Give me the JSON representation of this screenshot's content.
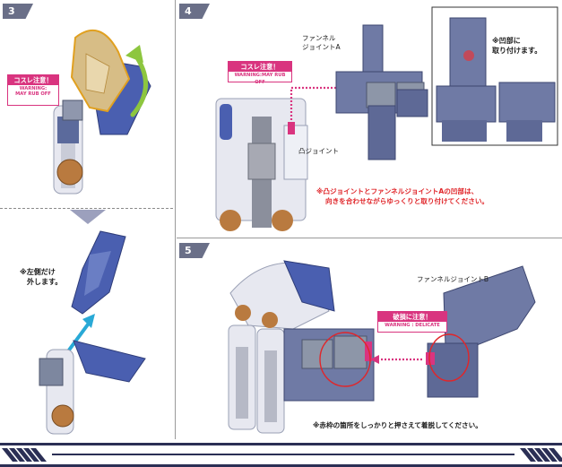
{
  "steps": {
    "s3": "3",
    "s4": "4",
    "s5": "5"
  },
  "warnings": {
    "rub_step3": {
      "title": "コスレ注意！",
      "sub_line1": "WARNING:",
      "sub_line2": "MAY RUB OFF"
    },
    "rub_step4": {
      "title": "コスレ注意！",
      "sub": "WARNING:MAY RUB OFF"
    },
    "delicate": {
      "title": "破損に注意！",
      "sub": "WARNING : DELICATE"
    }
  },
  "labels": {
    "funnel_joint_a_line1": "ファンネル",
    "funnel_joint_a_line2": "ジョイントA",
    "convex_joint": "凸ジョイント",
    "funnel_joint_b": "ファンネルジョイントB"
  },
  "notes": {
    "left_only_line1": "※左側だけ",
    "left_only_line2": "外します。",
    "recess_line1": "※凹部に",
    "recess_line2": "取り付けます。",
    "align_line1": "※凸ジョイントとファンネルジョイントAの凹部は、",
    "align_line2": "向きを合わせながらゆっくりと取り付けてください。",
    "press_red_frame": "※赤枠の箇所をしっかりと押さえて着脱してください。"
  },
  "colors": {
    "badge": "#6a6f88",
    "warning_pink": "#d9347f",
    "note_red": "#e0262a",
    "dotted_arrow": "#d9347f",
    "armor_blue": "#4a5fb0",
    "armor_white": "#e7e8f0",
    "joint_gray": "#7d879f",
    "gold": "#b97a3f",
    "green_arrow": "#8dc63f",
    "cyan_arrow": "#29a9d6"
  }
}
